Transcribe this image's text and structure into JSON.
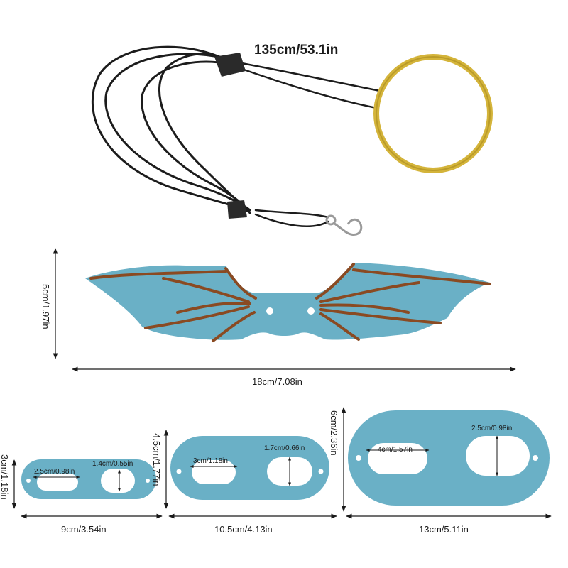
{
  "leash": {
    "length_label": "135cm/53.1in",
    "cord_color": "#1c1c1c",
    "ring_color": "#d4b43a"
  },
  "wings": {
    "height_label": "5cm/1.97in",
    "width_label": "18cm/7.08in",
    "body_color": "#6ab0c6",
    "vein_color": "#8a4a22"
  },
  "harness_small": {
    "height_label": "3cm/1.18in",
    "width_label": "9cm/3.54in",
    "slot_width_label": "2.5cm/0.98in",
    "slot_height_label": "1.4cm/0.55in"
  },
  "harness_medium": {
    "height_label": "4.5cm/1.77in",
    "width_label": "10.5cm/4.13in",
    "slot_width_label": "3cm/1.18in",
    "slot_height_label": "1.7cm/0.66in"
  },
  "harness_large": {
    "height_label": "6cm/2.36in",
    "width_label": "13cm/5.11in",
    "slot_width_label": "4cm/1.57in",
    "slot_height_label": "2.5cm/0.98in"
  }
}
